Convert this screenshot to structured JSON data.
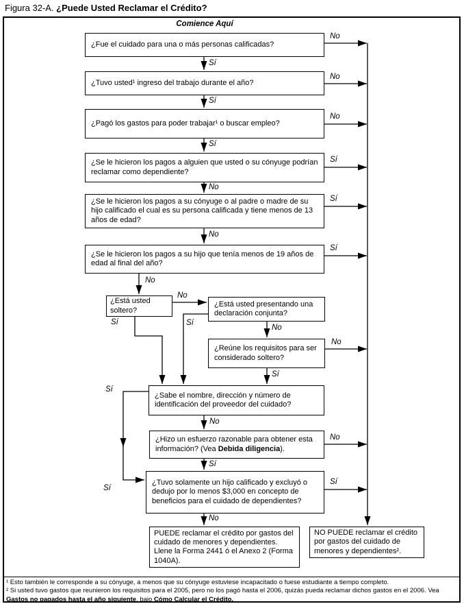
{
  "figure": {
    "label": "Figura 32-A.",
    "title": "¿Puede Usted Reclamar el Crédito?",
    "start": "Comience Aquí"
  },
  "answers": {
    "yes": "Sí",
    "no": "No"
  },
  "colors": {
    "line": "#000000",
    "box_bg": "#ffffff",
    "text": "#000000"
  },
  "boxes": {
    "q1": "¿Fue el cuidado para una o más personas calificadas?",
    "q2": "¿Tuvo usted¹ ingreso del trabajo durante el año?",
    "q3": "¿Pagó los gastos para poder trabajar¹ o buscar empleo?",
    "q4": "¿Se le hicieron los pagos a alguien que usted o su cónyuge podrían reclamar como dependiente?",
    "q5": "¿Se le hicieron los pagos a su cónyuge o al padre o madre de su hijo calificado el cual es su persona calificada y tiene menos de 13 años de edad?",
    "q6": "¿Se le hicieron los pagos a su hijo que tenía menos de 19 años de edad al final del año?",
    "q7": "¿Está usted soltero?",
    "q8": "¿Está usted presentando una declaración conjunta?",
    "q9": "¿Reúne los requisitos para ser considerado soltero?",
    "q10": "¿Sabe el nombre, dirección y número de identificación del proveedor del cuidado?",
    "q11": [
      {
        "text": "¿Hizo un esfuerzo razonable para obtener esta información? (Vea "
      },
      {
        "text": "Debida diligencia",
        "bold": true
      },
      {
        "text": ")."
      }
    ],
    "q12": "¿Tuvo solamente un hijo calificado y excluyó o dedujo por lo menos $3,000 en concepto de beneficios para el cuidado de dependientes?",
    "result_can": [
      {
        "text": "PUEDE reclamar el crédito por gastos del cuidado de menores y dependientes."
      },
      {
        "br": true
      },
      {
        "text": "Llene la Forma 2441 ó el Anexo 2 (Forma 1040A)."
      }
    ],
    "result_cannot": "NO PUEDE reclamar el crédito por gastos del cuidado de menores y dependientes²."
  },
  "footnotes": {
    "f1": "¹ Esto también le corresponde a su cónyuge, a menos que su cónyuge estuviese incapacitado o fuese estudiante a tiempo completo.",
    "f2": [
      {
        "text": "² Si usted tuvo gastos que reunieron los requisitos para el 2005, pero no los pagó hasta el 2006, quizás pueda reclamar dichos gastos en el 2006. Vea "
      },
      {
        "text": "Gastos no pagados hasta el año siguiente",
        "bold": true
      },
      {
        "text": ", bajo "
      },
      {
        "text": "Cómo Calcular el Crédito.",
        "bold": true
      }
    ]
  }
}
